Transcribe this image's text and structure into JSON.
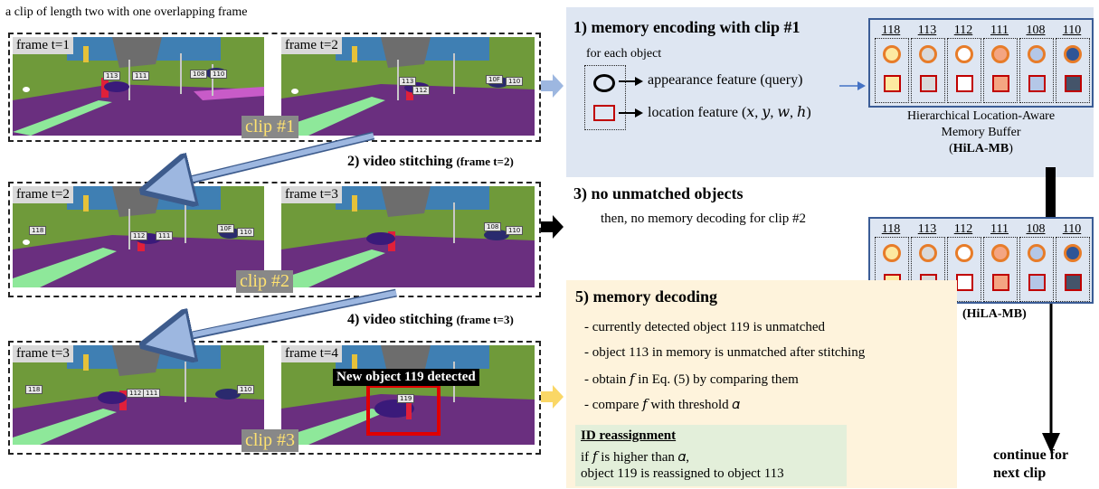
{
  "top_caption": "a clip of length two with one overlapping frame",
  "clips": [
    {
      "label": "clip #1",
      "frames": [
        "frame t=1",
        "frame t=2"
      ]
    },
    {
      "label": "clip #2",
      "frames": [
        "frame t=2",
        "frame t=3"
      ]
    },
    {
      "label": "clip #3",
      "frames": [
        "frame t=3",
        "frame t=4"
      ]
    }
  ],
  "stitch": [
    {
      "main": "2) video stitching",
      "sub": "(frame t=2)"
    },
    {
      "main": "4) video stitching",
      "sub": "(frame t=3)"
    }
  ],
  "new_object_label": "New object 119 detected",
  "frame_tags": {
    "f1": [
      "113",
      "111",
      "108",
      "110"
    ],
    "f2": [
      "113",
      "112",
      "10F",
      "110"
    ],
    "f3": [
      "118",
      "112",
      "111",
      "10F",
      "110"
    ],
    "f4": [
      "108",
      "110"
    ],
    "f5": [
      "118",
      "112",
      "111",
      "110"
    ],
    "f6": [
      "119"
    ]
  },
  "step1": {
    "title": "1) memory encoding with clip #1",
    "for_each": "for each object",
    "appearance": "appearance feature (query)",
    "location": "location feature (𝑥, 𝑦, 𝑤, ℎ)"
  },
  "memory_buffer": {
    "ids": [
      "118",
      "113",
      "112",
      "111",
      "108",
      "110"
    ],
    "circle_fill": [
      "#fde9a1",
      "#d9d9d9",
      "#ffffff",
      "#f4a582",
      "#b4c7e7",
      "#2f5597"
    ],
    "square_fill": [
      "#fde9a1",
      "#d9d9d9",
      "#ffffff",
      "#f4a582",
      "#b4c7e7",
      "#44546a"
    ],
    "caption_line1": "Hierarchical Location-Aware",
    "caption_line2": "Memory Buffer",
    "caption_abbr": "HiLA-MB",
    "label2": "(HiLA-MB)"
  },
  "step3": {
    "title": "3) no unmatched objects",
    "sub": "then, no memory decoding for clip #2"
  },
  "step5": {
    "title": "5) memory decoding",
    "bullets": [
      "- currently detected object 119 is unmatched",
      "- object 113 in memory is unmatched after stitching",
      "- obtain 𝑓  in Eq. (5) by comparing them",
      "- compare 𝑓 with threshold 𝛼"
    ],
    "reassign_title": "ID reassignment",
    "reassign_line1": "if  𝑓  is higher than 𝛼,",
    "reassign_line2": "object 119 is reassigned to object 113"
  },
  "continue_label": "continue for",
  "next_clip_label": "next clip",
  "colors": {
    "panel_blue": "#dee6f2",
    "panel_yellow": "#fef3dc",
    "panel_green": "#e3efda",
    "buffer_border": "#3a5c96",
    "stitch_arrow": "#9db7e0",
    "side_arrow_blue": "#9db7e0",
    "side_arrow_yellow": "#fad766",
    "detect_box": "#e00000"
  }
}
